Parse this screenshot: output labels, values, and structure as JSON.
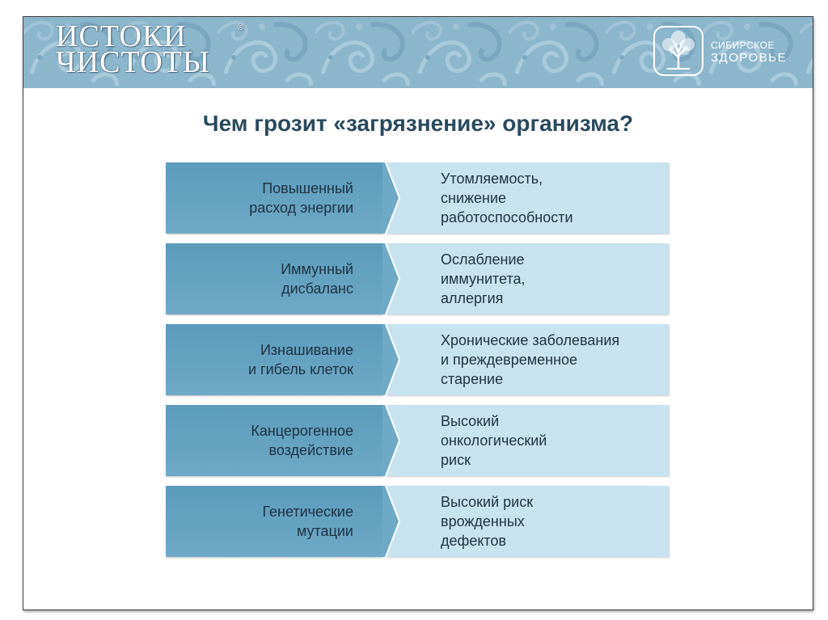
{
  "brand": {
    "line1": "ИСТОКИ",
    "line2": "ЧИСТОТЫ",
    "reg": "®"
  },
  "partner": {
    "line1": "СИБИРСКОЕ",
    "line2": "ЗДОРОВЬЕ"
  },
  "title": "Чем грозит «загрязнение» организма?",
  "rows": [
    {
      "cause": [
        "Повышенный",
        "расход энергии"
      ],
      "effect": [
        "Утомляемость,",
        "снижение",
        "работоспособности"
      ]
    },
    {
      "cause": [
        "Иммунный",
        "дисбаланс"
      ],
      "effect": [
        "Ослабление",
        "иммунитета,",
        "аллергия"
      ]
    },
    {
      "cause": [
        "Изнашивание",
        "и гибель клеток"
      ],
      "effect": [
        "Хронические заболевания",
        "и преждевременное",
        "старение"
      ]
    },
    {
      "cause": [
        "Канцерогенное",
        "воздействие"
      ],
      "effect": [
        "Высокий",
        "онкологический",
        "риск"
      ]
    },
    {
      "cause": [
        "Генетические",
        "мутации"
      ],
      "effect": [
        "Высокий риск",
        "врожденных",
        "дефектов"
      ]
    }
  ],
  "colors": {
    "banner": "#8cb6cc",
    "cause_box": "#5b9bbb",
    "effect_box": "#c7e3f0",
    "title": "#2a4a5e"
  }
}
